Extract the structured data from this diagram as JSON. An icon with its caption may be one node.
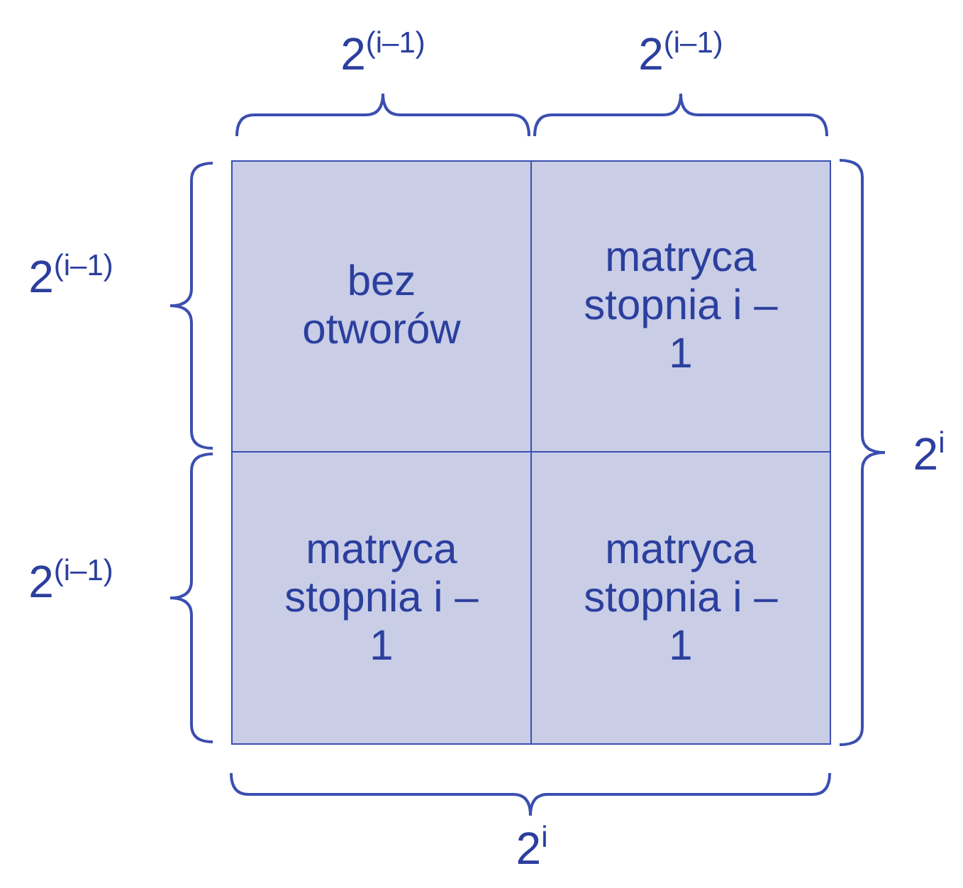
{
  "diagram": {
    "nodes": [
      {
        "text": [
          "bez otworów"
        ]
      },
      {
        "text": [
          "matryca stopnia i – 1"
        ]
      },
      {
        "text": [
          "matryca stopnia i – 1"
        ]
      },
      {
        "text": [
          "matryca stopnia i – 1"
        ]
      }
    ],
    "labels": [
      "2$^{(i–1)}$",
      "2$^{(i–1)}$",
      "2$^{(i–1)}$",
      "2$^{i}$",
      "2$^{(i–1)}$",
      "2$^{i}$"
    ]
  }
}
